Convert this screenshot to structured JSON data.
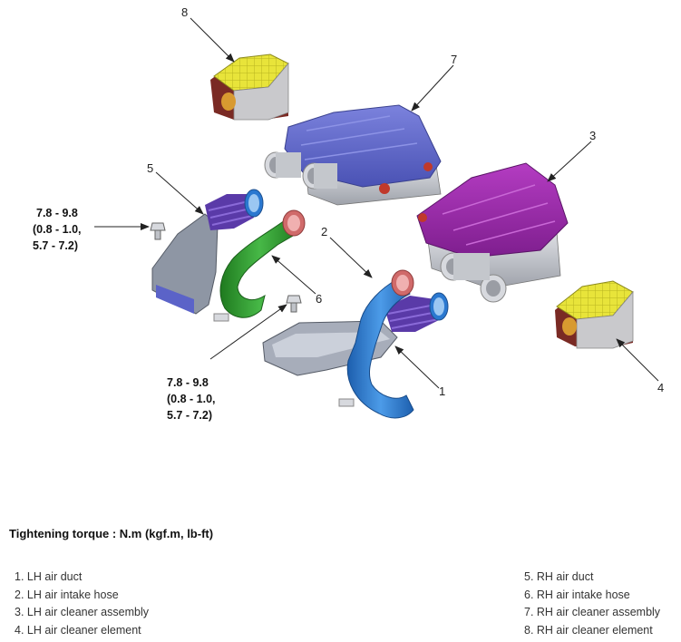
{
  "callouts": {
    "c1": "1",
    "c2": "2",
    "c3": "3",
    "c4": "4",
    "c5": "5",
    "c6": "6",
    "c7": "7",
    "c8": "8"
  },
  "torque_upper": {
    "line1": "7.8 - 9.8",
    "line2": "(0.8 - 1.0,",
    "line3": "5.7 - 7.2)"
  },
  "torque_lower": {
    "line1": "7.8 - 9.8",
    "line2": "(0.8 - 1.0,",
    "line3": "5.7 - 7.2)"
  },
  "heading": "Tightening torque : N.m (kgf.m, lb-ft)",
  "legend_left": [
    "1. LH air duct",
    "2. LH air intake hose",
    "3. LH air cleaner assembly",
    "4. LH air cleaner element"
  ],
  "legend_right": [
    "5. RH air duct",
    "6. RH air intake hose",
    "7. RH air cleaner assembly",
    "8. RH air cleaner element"
  ],
  "colors": {
    "rh_cleaner_cover": "#5b63c8",
    "lh_cleaner_cover": "#9a2aa8",
    "element_filter": "#e8e43a",
    "element_frame": "#7a2a24",
    "rh_intake_hose": "#2f9a2f",
    "lh_intake_hose": "#2a78d0",
    "duct_body": "#9aa2b0",
    "clamp_ring": "#d06a6a",
    "corrugation": "#5a3aa8"
  }
}
